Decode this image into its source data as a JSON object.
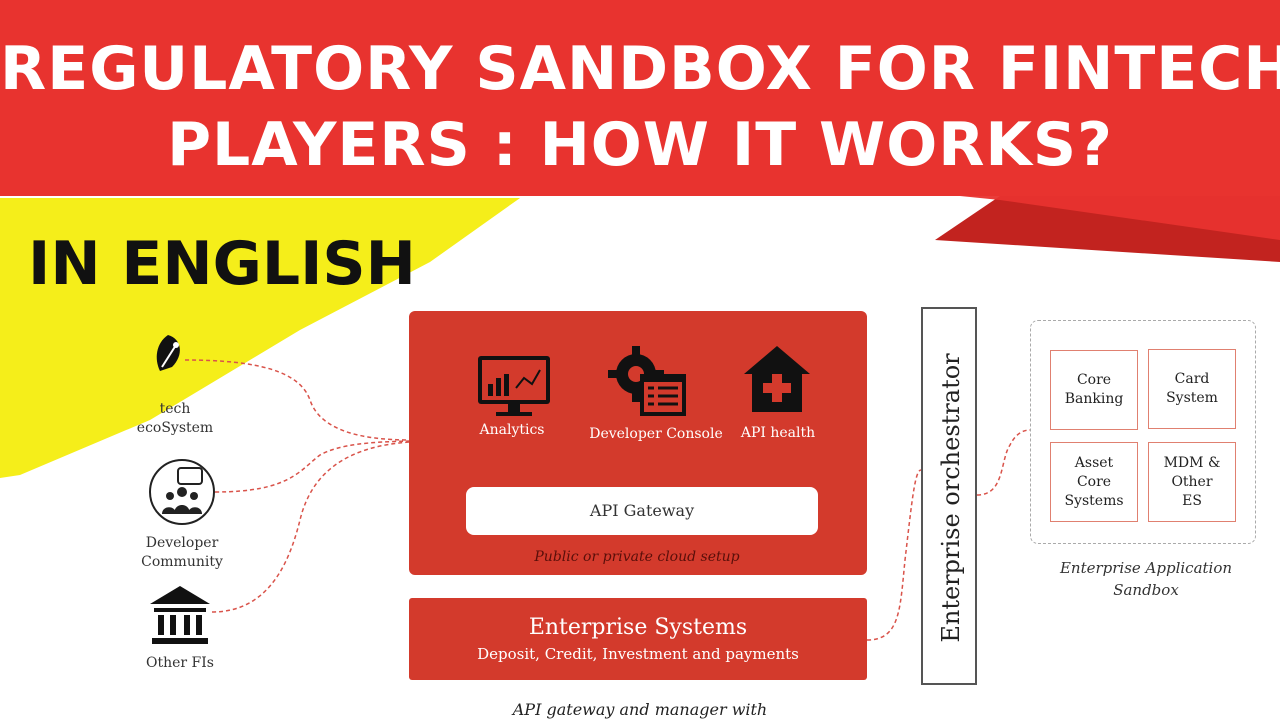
{
  "header": {
    "title_line1": "REGULATORY SANDBOX FOR FINTECH",
    "title_line2": "PLAYERS : HOW IT WORKS?",
    "subtitle": "IN ENGLISH"
  },
  "left_nodes": {
    "fintech": "tech\necoSystem",
    "developer": "Developer\nCommunity",
    "other_fis": "Other FIs"
  },
  "cloud_panel": {
    "analytics": "Analytics",
    "developer_console": "Developer Console",
    "api_health": "API health",
    "gateway": "API Gateway",
    "caption": "Public or private cloud setup"
  },
  "enterprise_systems": {
    "title": "Enterprise Systems",
    "subtitle": "Deposit, Credit, Investment and payments"
  },
  "orchestrator": {
    "label": "Enterprise orchestrator"
  },
  "sandbox": {
    "cells": [
      "Core\nBanking",
      "Card\nSystem",
      "Asset\nCore\nSystems",
      "MDM &\nOther\nES"
    ],
    "caption": "Enterprise Application\nSandbox"
  },
  "bottom_caption": "API gateway and manager with",
  "colors": {
    "banner_red": "#e8332f",
    "panel_red": "#d33a2c",
    "accent_yellow": "#f5ee1a",
    "connector": "#d9534a"
  }
}
